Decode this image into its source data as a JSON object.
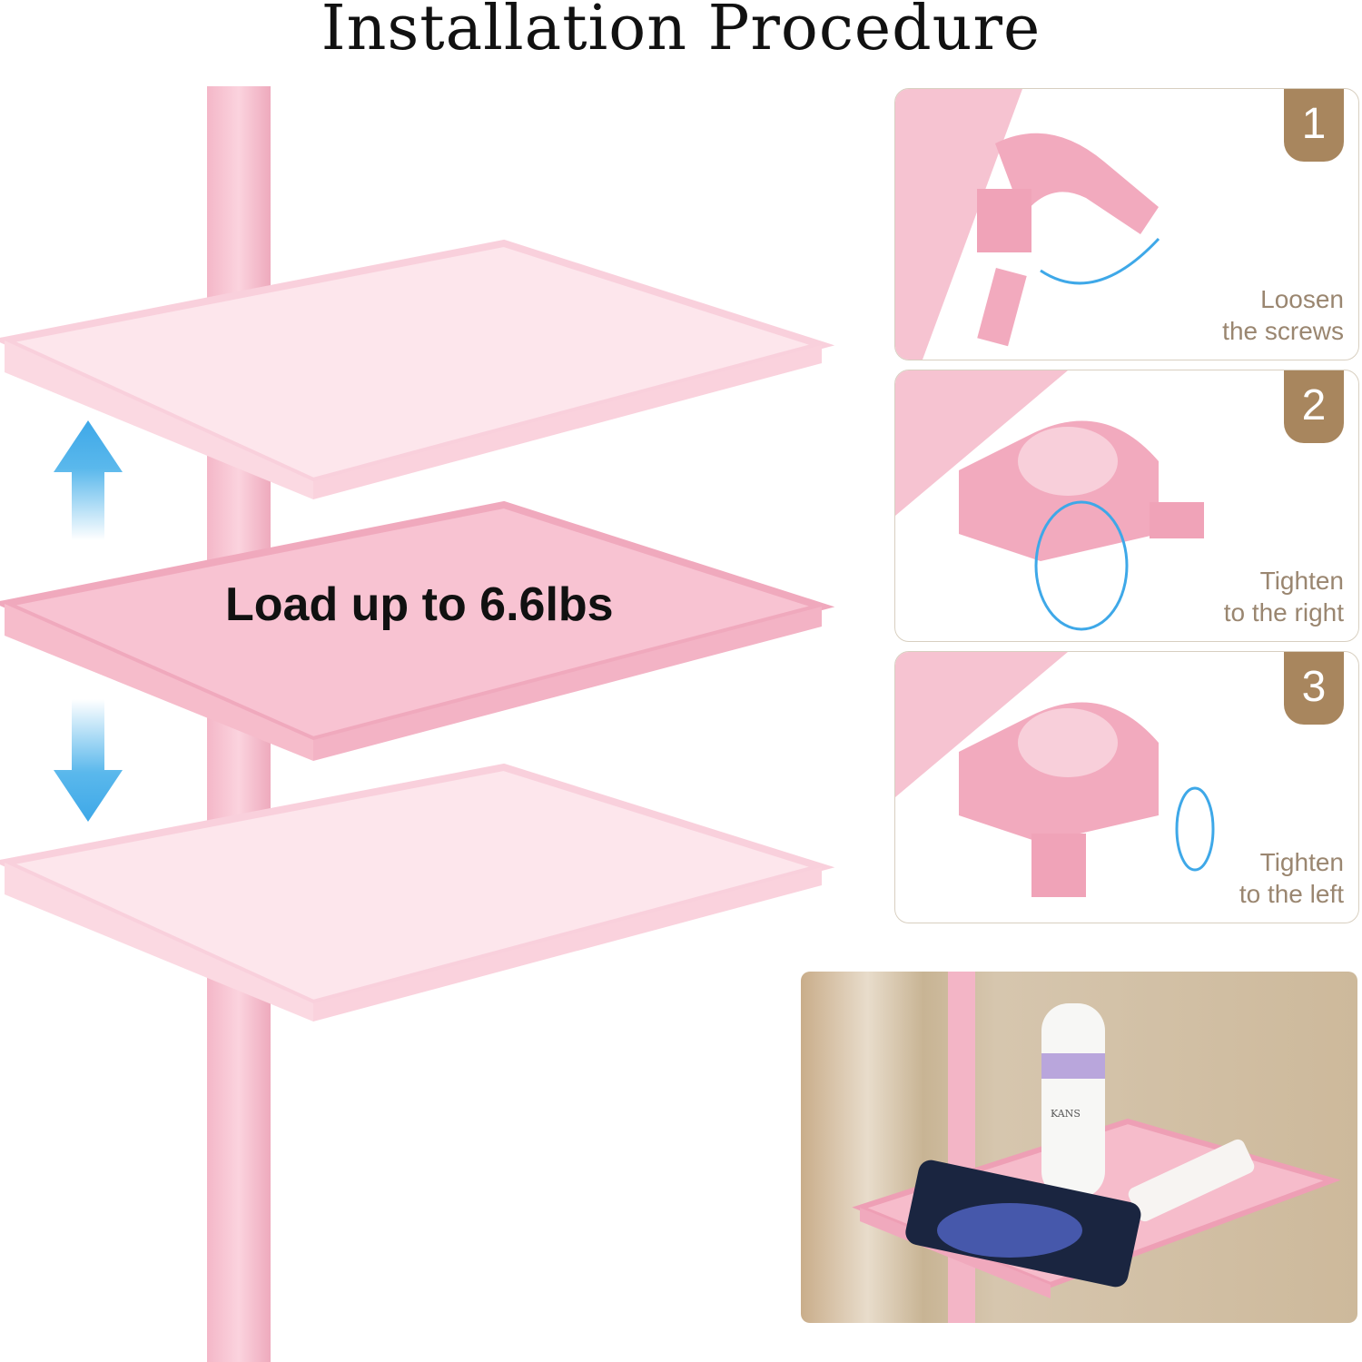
{
  "title": "Installation Procedure",
  "load_label": "Load up to 6.6lbs",
  "steps": [
    {
      "number": "1",
      "caption_line1": "Loosen",
      "caption_line2": "the screws"
    },
    {
      "number": "2",
      "caption_line1": "Tighten",
      "caption_line2": "to the right"
    },
    {
      "number": "3",
      "caption_line1": "Tighten",
      "caption_line2": "to the left"
    }
  ],
  "product_logo": "KANS",
  "colors": {
    "badge": "#a8865e",
    "caption": "#9a8670",
    "pink": "#f7c5d3",
    "arrow": "#3ea8e8"
  }
}
